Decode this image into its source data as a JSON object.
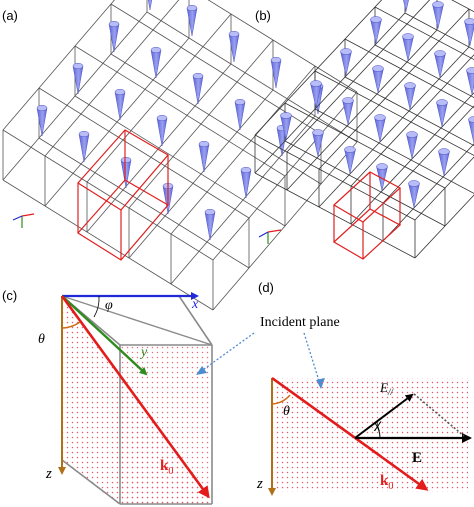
{
  "panels": {
    "a": {
      "label": "(a)"
    },
    "b": {
      "label": "(b)"
    },
    "c": {
      "label": "(c)"
    },
    "d": {
      "label": "(d)"
    }
  },
  "axes_c": {
    "x": "x",
    "y": "y",
    "z": "z",
    "phi": "φ",
    "theta": "θ",
    "k_base": "k",
    "k_sub": "0"
  },
  "axes_d": {
    "z": "z",
    "theta": "θ",
    "chi": "χ",
    "E": "E",
    "Epar_base": "E",
    "Epar_sub": "//",
    "k_base": "k",
    "k_sub": "0"
  },
  "annotation": {
    "incident_plane": "Incident plane"
  },
  "colors": {
    "x_axis": "#1f2ad6",
    "y_axis": "#2e8b1e",
    "z_axis": "#b07018",
    "wavevector": "#e21b1b",
    "cell_box": "#e02020",
    "cones": "#7f86e6",
    "plane_dots": "#e35a6a",
    "box_edges": "#8a8a8a",
    "leader": "#4d8cd0"
  }
}
